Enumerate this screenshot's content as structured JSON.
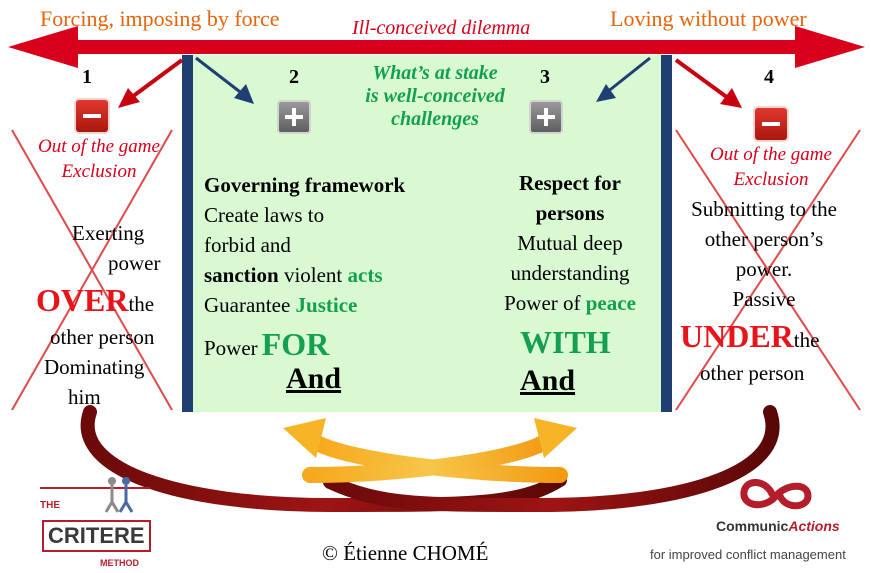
{
  "header": {
    "left_label": "Forcing, imposing by force",
    "center_label": "Ill-conceived dilemma",
    "right_label": "Loving without power"
  },
  "positions": {
    "n1": "1",
    "n2": "2",
    "n3": "3",
    "n4": "4"
  },
  "stake": {
    "line1": "What’s at stake",
    "line2": "is well-conceived",
    "line3": "challenges"
  },
  "left": {
    "out1": "Out of the game",
    "out2": "Exclusion",
    "l1": "Exerting",
    "l2": "power",
    "over": "OVER",
    "the": "the",
    "l4": "other person",
    "l5": "Dominating",
    "l6": "him"
  },
  "right": {
    "out1": "Out of the game",
    "out2": "Exclusion",
    "l1": "Submitting to the",
    "l2": "other person’s",
    "l3": "power.",
    "l4": "Passive",
    "under": "UNDER",
    "the": "the",
    "l6": "other person"
  },
  "governing": {
    "title": "Governing framework",
    "l1": "Create laws to",
    "l2": "forbid and",
    "sanction": "sanction",
    "violent": "violent",
    "acts": "acts",
    "guarantee": "Guarantee",
    "justice": "Justice",
    "power": "Power",
    "for": "FOR",
    "and": "And"
  },
  "respect": {
    "title1": "Respect for",
    "title2": "persons",
    "l1": "Mutual deep",
    "l2": "understanding",
    "power_of": "Power of",
    "peace": "peace",
    "with": "WITH",
    "and": "And"
  },
  "footer": {
    "copyright": "© Étienne CHOMÉ",
    "ca_title_a": "Communic",
    "ca_title_b": "Actions",
    "ca_sub": "for improved conflict management",
    "crit_the": "THE",
    "crit_name": "CRITERE",
    "crit_method": "METHOD"
  },
  "colors": {
    "red": "#d8001a",
    "orange": "#e8640c",
    "green": "#14a050",
    "navy": "#1f3f73",
    "box": "#d9f9d3"
  }
}
